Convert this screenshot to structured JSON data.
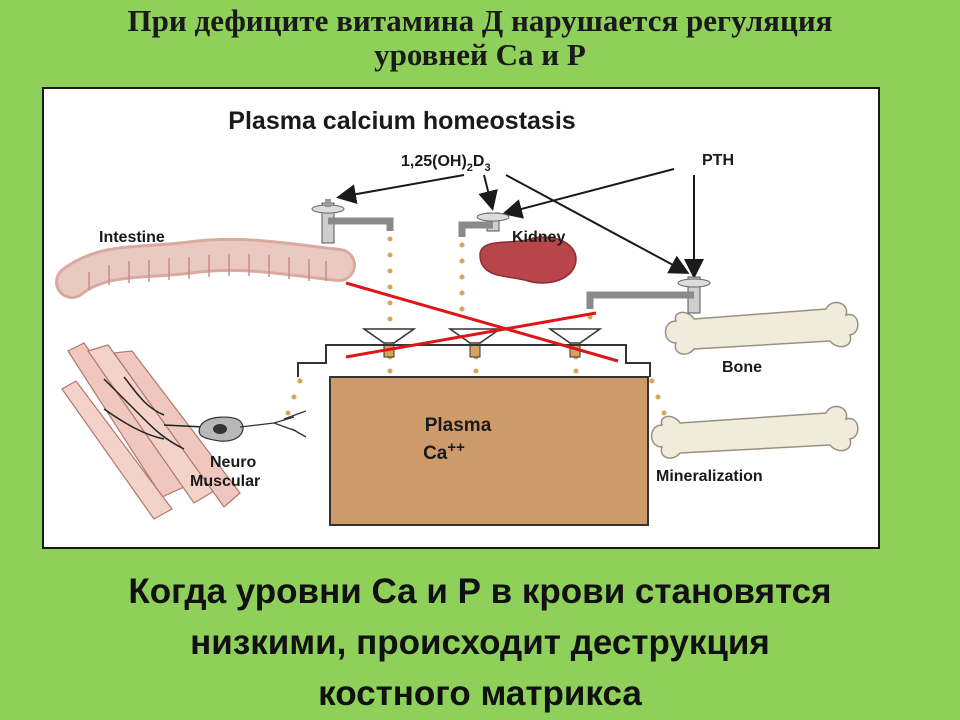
{
  "slide": {
    "title_line1": "При дефиците витамина Д нарушается регуляция",
    "title_line2": "уровней Са и Р",
    "caption_line1": "Когда уровни Са и Р в крови становятся",
    "caption_line2": "низкими, происходит деструкция",
    "caption_line3": "костного матрикса"
  },
  "diagram": {
    "title": "Plasma calcium homeostasis",
    "hormone_vitd_prefix": "1,25(OH)",
    "hormone_vitd_sub1": "2",
    "hormone_vitd_mid": "D",
    "hormone_vitd_sub2": "3",
    "hormone_pth": "PTH",
    "label_intestine": "Intestine",
    "label_kidney": "Kidney",
    "label_bone": "Bone",
    "label_plasma": "Plasma",
    "label_ca": "Ca",
    "label_ca_charge": "++",
    "label_neuro": "Neuro",
    "label_muscular": "Muscular",
    "label_mineralization": "Mineralization",
    "colors": {
      "plasma_fill": "#cf9a6a",
      "kidney": "#b8454a",
      "intestine": "#eac9c0",
      "drops": "#d6a45e",
      "cross": "#e01515",
      "bone": "#f1ebdc"
    }
  }
}
